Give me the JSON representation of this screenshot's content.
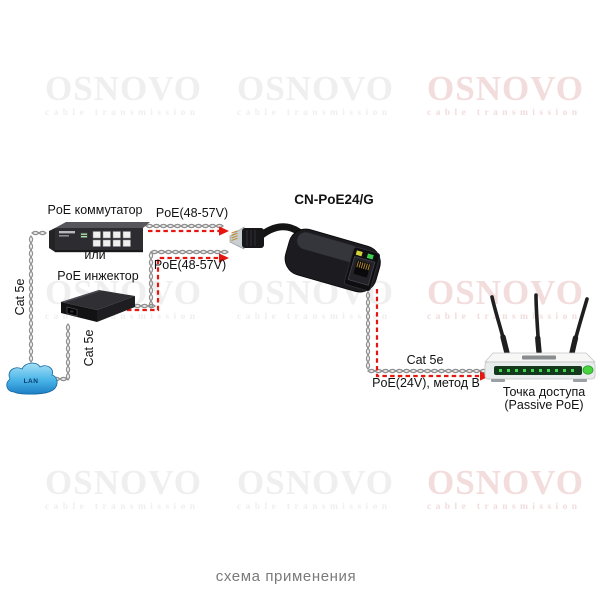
{
  "watermark": {
    "brand": "OSNOVO",
    "tagline": "cable transmission"
  },
  "title_label": "CN-PoE24/G",
  "caption": "схема применения",
  "labels": {
    "switch": "PoE коммутатор",
    "or": "или",
    "injector": "PoE инжектор",
    "poe1": "PoE(48-57V)",
    "poe2": "PoE(48-57V)",
    "cat5e_left": "Cat 5e",
    "cat5e_mid": "Cat 5e",
    "cat5e_right": "Cat 5e",
    "poe24": "PoE(24V), метод B",
    "ap_line1": "Точка доступа",
    "ap_line2": "(Passive PoE)",
    "lan": "LAN"
  },
  "devices": {
    "switch": "poe-switch",
    "injector": "poe-injector",
    "splitter": "poe-splitter-cn-poe24g",
    "access_point": "wireless-access-point-passive-poe",
    "cloud": "lan-cloud"
  },
  "colors": {
    "arrow_red": "#e41710",
    "cable_gray": "#8e8e8e",
    "watermark_gray": "#f0efef",
    "watermark_red": "#f2dcdc",
    "caption_gray": "#7a7a7a",
    "label_black": "#121212",
    "cloud_blue_top": "#a6e0f6",
    "cloud_blue_bottom": "#1d7fc4",
    "led_green": "#3ccf4e",
    "led_amber": "#d3d23c"
  }
}
